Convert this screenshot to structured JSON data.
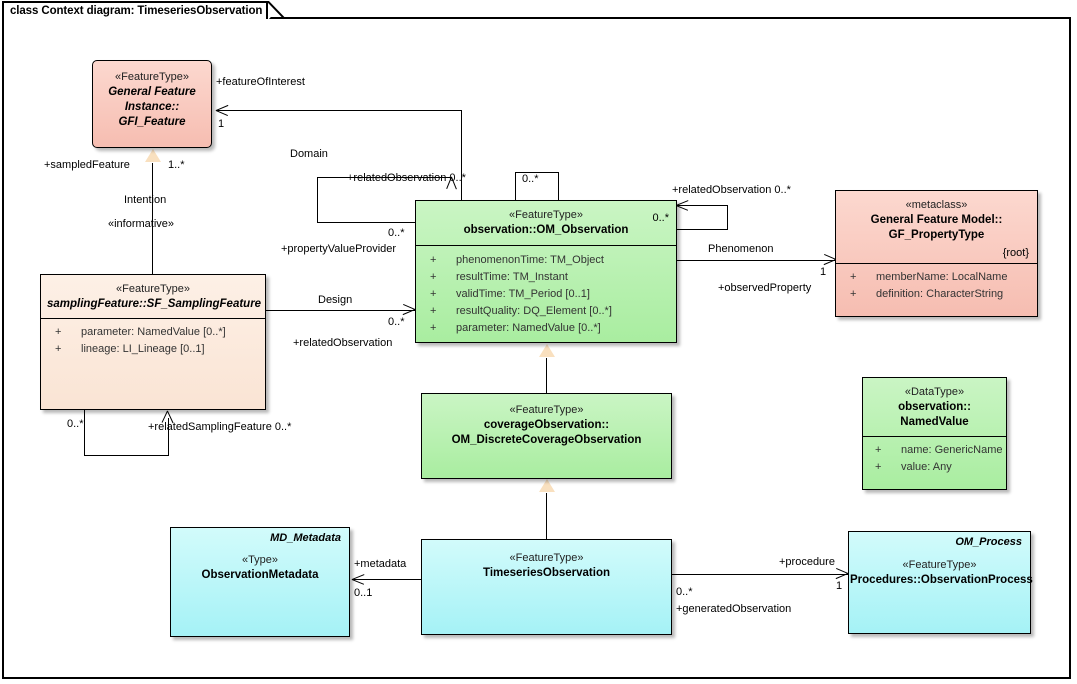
{
  "diagram": {
    "title": "class Context diagram: TimeseriesObservation",
    "background": "#ffffff",
    "colors": {
      "featuretype_pink": "#fbcec4",
      "samplingfeature_peach": "#fae4d4",
      "observation_green": "#aef0a4",
      "timeseries_cyan": "#a9f2f7",
      "line": "#000000",
      "generalization_fill": "#f9e0bf"
    }
  },
  "classes": {
    "gfi_feature": {
      "stereotype": "«FeatureType»",
      "name_lines": [
        "General Feature",
        "Instance::",
        "GFI_Feature"
      ],
      "attributes": []
    },
    "sf_samplingfeature": {
      "stereotype": "«FeatureType»",
      "name_lines": [
        "samplingFeature::SF_SamplingFeature"
      ],
      "attributes": [
        {
          "vis": "+",
          "text": "parameter: NamedValue [0..*]"
        },
        {
          "vis": "+",
          "text": "lineage: LI_Lineage [0..1]"
        }
      ]
    },
    "om_observation": {
      "stereotype": "«FeatureType»",
      "name_lines": [
        "observation::OM_Observation"
      ],
      "corner_multiplicity": "0..*",
      "attributes": [
        {
          "vis": "+",
          "text": "phenomenonTime: TM_Object"
        },
        {
          "vis": "+",
          "text": "resultTime: TM_Instant"
        },
        {
          "vis": "+",
          "text": "validTime: TM_Period [0..1]"
        },
        {
          "vis": "+",
          "text": "resultQuality: DQ_Element [0..*]"
        },
        {
          "vis": "+",
          "text": "parameter: NamedValue [0..*]"
        }
      ]
    },
    "gf_propertytype": {
      "stereotype": "«metaclass»",
      "name_lines": [
        "General Feature Model::",
        "GF_PropertyType"
      ],
      "constraint": "{root}",
      "attributes": [
        {
          "vis": "+",
          "text": "memberName: LocalName"
        },
        {
          "vis": "+",
          "text": "definition: CharacterString"
        }
      ]
    },
    "om_discretecoverageobservation": {
      "stereotype": "«FeatureType»",
      "name_lines": [
        "coverageObservation::",
        "OM_DiscreteCoverageObservation"
      ],
      "attributes": []
    },
    "namedvalue": {
      "stereotype": "«DataType»",
      "name_lines": [
        "observation::",
        "NamedValue"
      ],
      "attributes": [
        {
          "vis": "+",
          "text": "name: GenericName"
        },
        {
          "vis": "+",
          "text": "value: Any"
        }
      ]
    },
    "observationmetadata": {
      "toplabel": "MD_Metadata",
      "stereotype": "«Type»",
      "name_lines": [
        "ObservationMetadata"
      ],
      "attributes": []
    },
    "timeseriesobservation": {
      "stereotype": "«FeatureType»",
      "name_lines": [
        "TimeseriesObservation"
      ],
      "attributes": []
    },
    "observationprocess": {
      "toplabel": "OM_Process",
      "stereotype": "«FeatureType»",
      "name_lines": [
        "Procedures::ObservationProcess"
      ],
      "attributes": []
    }
  },
  "edge_labels": {
    "feature_of_interest": "+featureOfInterest",
    "foi_mult": "1",
    "domain": "Domain",
    "sampled_feature": "+sampledFeature",
    "sampled_feature_mult": "1..*",
    "intention": "Intention",
    "informative": "«informative»",
    "related_observation_top": "+relatedObservation 0..*",
    "self_mult_top": "0..*",
    "related_observation_right": "+relatedObservation 0..*",
    "obs_corner_mult": "0..*",
    "property_value_provider": "+propertyValueProvider",
    "pvp_mult": "0..*",
    "design": "Design",
    "related_observation_design": "+relatedObservation",
    "design_mult": "0..*",
    "phenomenon": "Phenomenon",
    "observed_property": "+observedProperty",
    "observed_property_mult": "1",
    "related_sampling_feature": "+relatedSamplingFeature 0..*",
    "related_sampling_mult": "0..*",
    "metadata": "+metadata",
    "metadata_mult": "0..1",
    "procedure": "+procedure",
    "procedure_mult": "1",
    "generated_observation": "+generatedObservation",
    "generated_observation_mult": "0..*"
  }
}
